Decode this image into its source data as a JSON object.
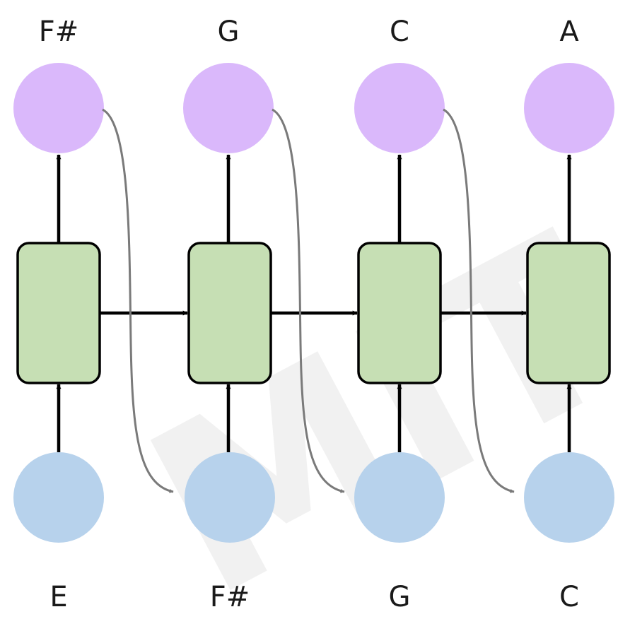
{
  "diagram": {
    "output_notes": [
      "F#",
      "G",
      "C",
      "A"
    ],
    "input_notes": [
      "E",
      "F#",
      "G",
      "C"
    ],
    "colors": {
      "output_node": "#dab8fb",
      "rnn_cell": "#c6dfb4",
      "input_node": "#b7d2ec",
      "arrow": "#000000",
      "feedback_arrow": "#7a7a7a"
    }
  },
  "watermark": {
    "text": "MIT"
  }
}
